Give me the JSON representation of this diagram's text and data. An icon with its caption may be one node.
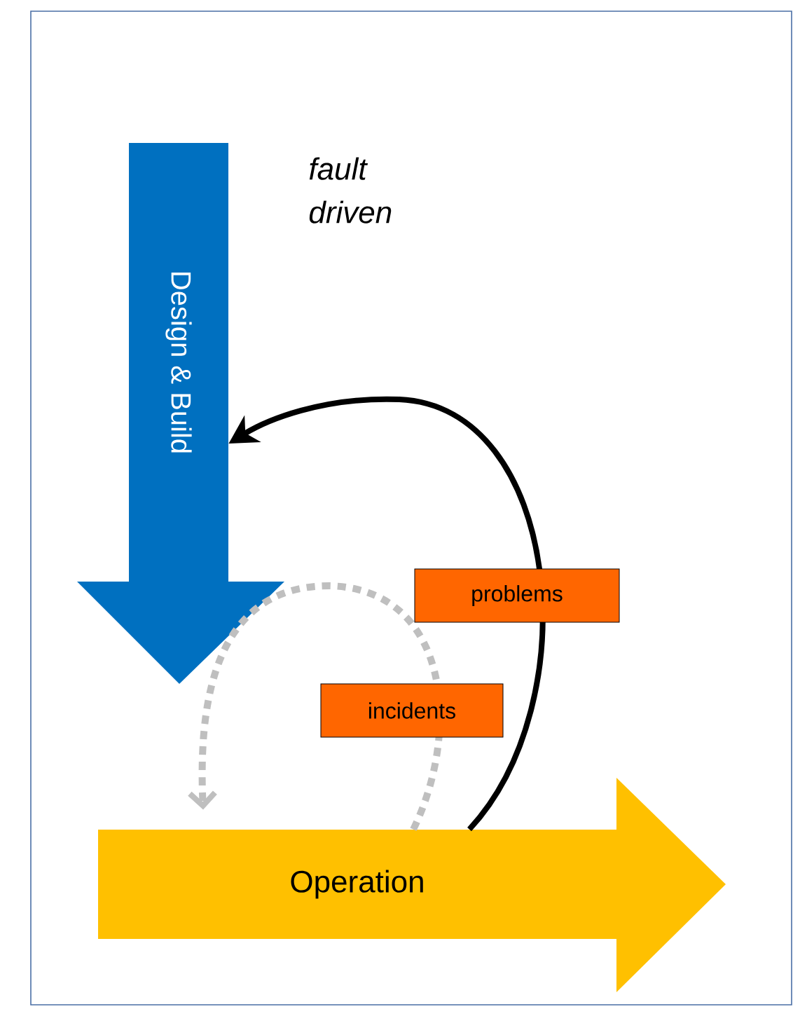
{
  "diagram": {
    "nodes": [
      {
        "text": [
          "Design & Build"
        ]
      },
      {
        "text": [
          "Operation"
        ]
      }
    ],
    "edges": [
      {
        "from": 1,
        "to": 0,
        "arrow": "to",
        "label": "problems"
      },
      {
        "from": 1,
        "to": 1,
        "arrow": "to",
        "label": "incidents",
        "style": "dashed",
        "color": "#bfbfbf"
      }
    ],
    "labels": [
      "fault driven"
    ]
  }
}
